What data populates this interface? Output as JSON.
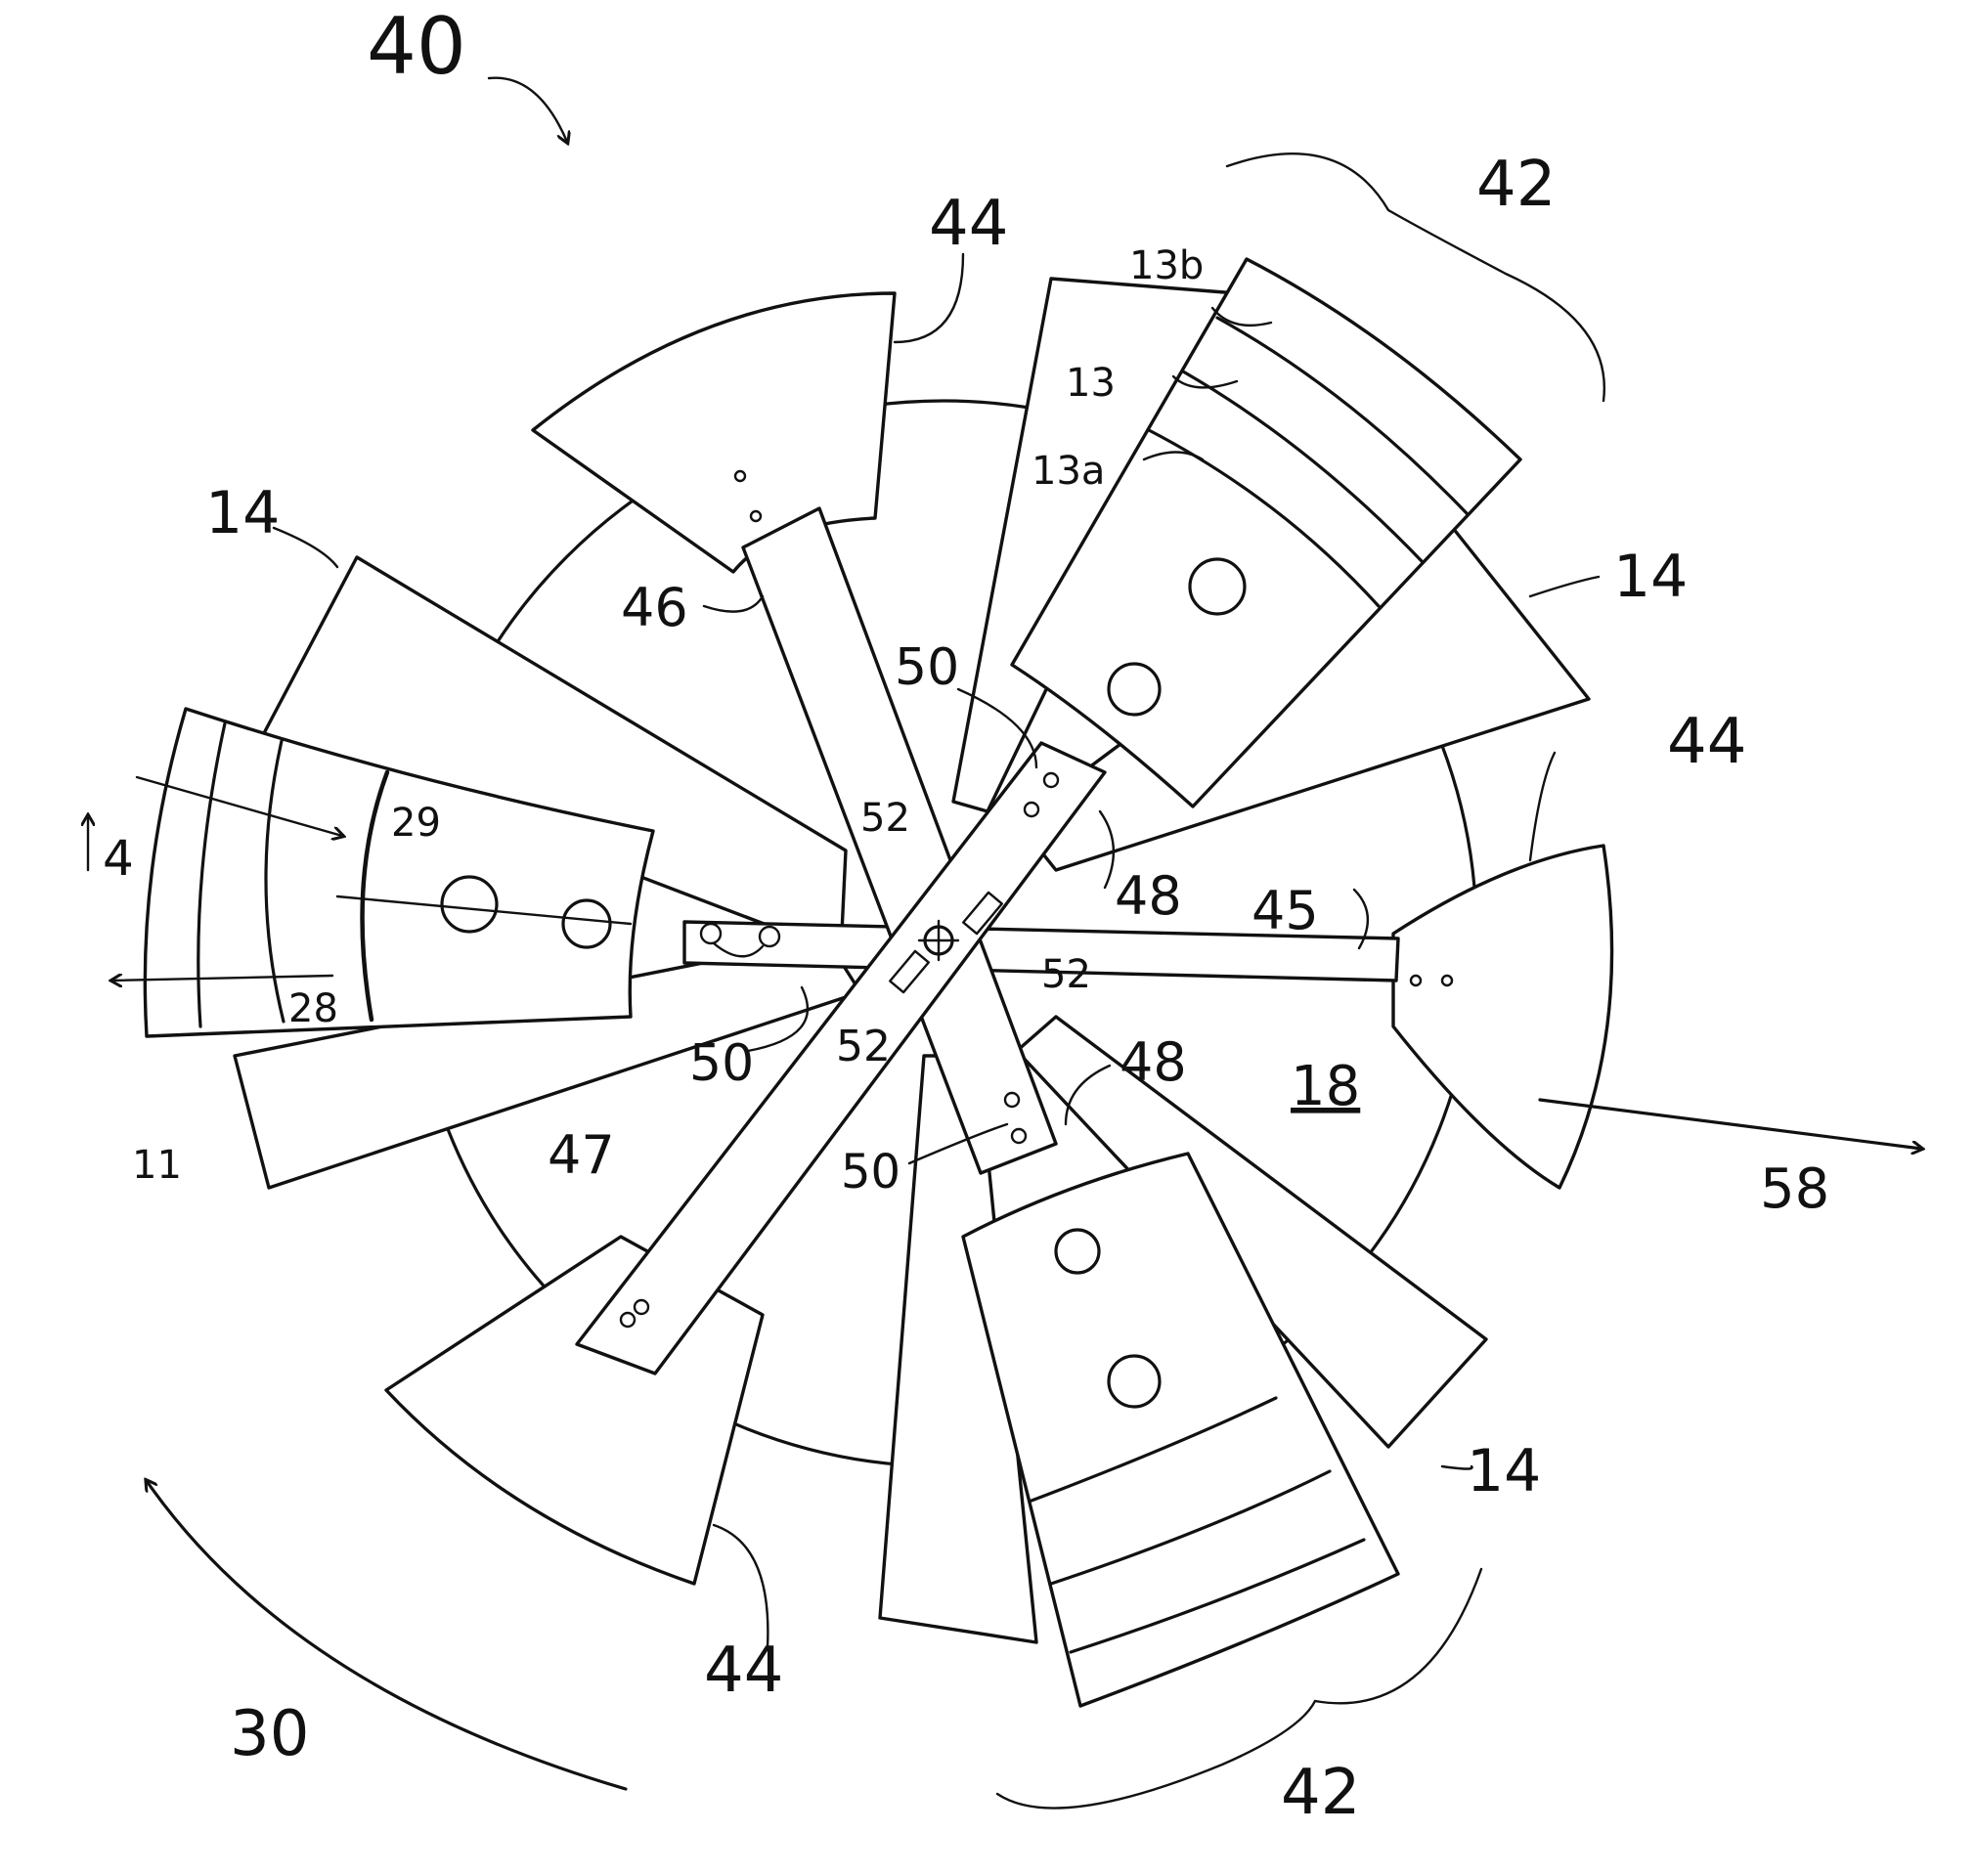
{
  "figure": {
    "labels": {
      "assembly": "40",
      "group_top": "42",
      "group_bottom": "42",
      "sector_top": "44",
      "sector_right": "44",
      "sector_bottom": "44",
      "blade_left": "14",
      "blade_right": "14",
      "blade_lower_right": "14",
      "ring_outer": "13b",
      "ring_mid": "13",
      "ring_inner": "13a",
      "arm_46": "46",
      "arm_45": "45",
      "arm_47": "47",
      "pin_top": "50",
      "pin_left": "50",
      "pin_bottom": "50",
      "slot_top": "52",
      "slot_right": "52",
      "slot_mid": "52",
      "pivot_upper": "48",
      "pivot_lower": "48",
      "edge_29": "29",
      "edge_28": "28",
      "section_4": "4",
      "item_11": "11",
      "disc": "18",
      "rotation": "30",
      "output_arrow": "58"
    }
  }
}
